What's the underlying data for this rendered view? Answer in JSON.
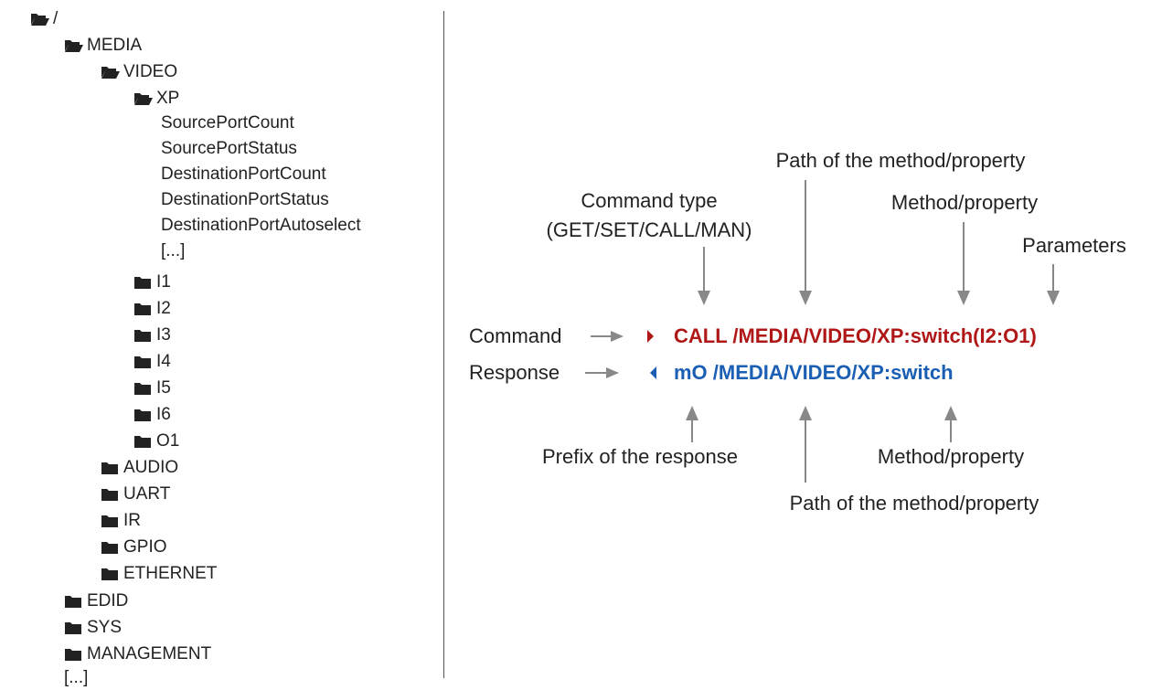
{
  "tree": {
    "root": "/",
    "media": "MEDIA",
    "video": "VIDEO",
    "xp": "XP",
    "xp_items": [
      "SourcePortCount",
      "SourcePortStatus",
      "DestinationPortCount",
      "DestinationPortStatus",
      "DestinationPortAutoselect",
      "[...]"
    ],
    "video_children": [
      "I1",
      "I2",
      "I3",
      "I4",
      "I5",
      "I6",
      "O1"
    ],
    "media_children": [
      "AUDIO",
      "UART",
      "IR",
      "GPIO",
      "ETHERNET"
    ],
    "root_children": [
      "EDID",
      "SYS",
      "MANAGEMENT"
    ],
    "root_more": "[...]"
  },
  "diagram": {
    "command_label": "Command",
    "response_label": "Response",
    "command_text": "CALL /MEDIA/VIDEO/XP:switch(I2:O1)",
    "response_text": "mO /MEDIA/VIDEO/XP:switch",
    "command_color": "#b01818",
    "response_color": "#1a5fb4",
    "arrow_color": "#888888",
    "top_labels": {
      "path": "Path of the method/property",
      "type_line1": "Command type",
      "type_line2": "(GET/SET/CALL/MAN)",
      "method": "Method/property",
      "params": "Parameters"
    },
    "bottom_labels": {
      "prefix": "Prefix of the response",
      "method": "Method/property",
      "path": "Path of the method/property"
    }
  }
}
